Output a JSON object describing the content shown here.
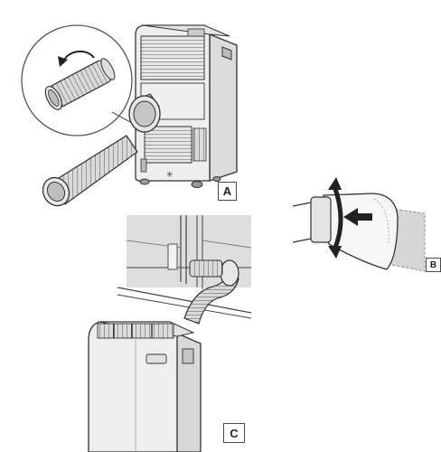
{
  "panels": [
    {
      "label": "A"
    },
    {
      "label": "B"
    },
    {
      "label": "C"
    }
  ],
  "colors": {
    "line": "#333333",
    "body_fill": "#eeeeee",
    "shadow_fill": "#c8c8c8",
    "hose_fill": "#d6d6d6",
    "window_glass": "#dcdcdc",
    "arrow": "#222222"
  }
}
